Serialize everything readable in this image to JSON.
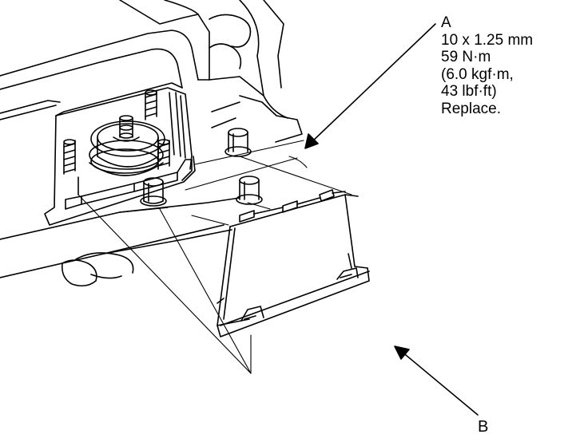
{
  "callout_a": {
    "letter": "A",
    "size": "10 x 1.25 mm",
    "torque_nm": "59 N·m",
    "torque_kgf": "(6.0 kgf·m,",
    "torque_lbf": "43 lbf·ft)",
    "note": "Replace."
  },
  "callout_b": {
    "letter": "B"
  },
  "colors": {
    "line": "#000000",
    "background": "#ffffff"
  }
}
